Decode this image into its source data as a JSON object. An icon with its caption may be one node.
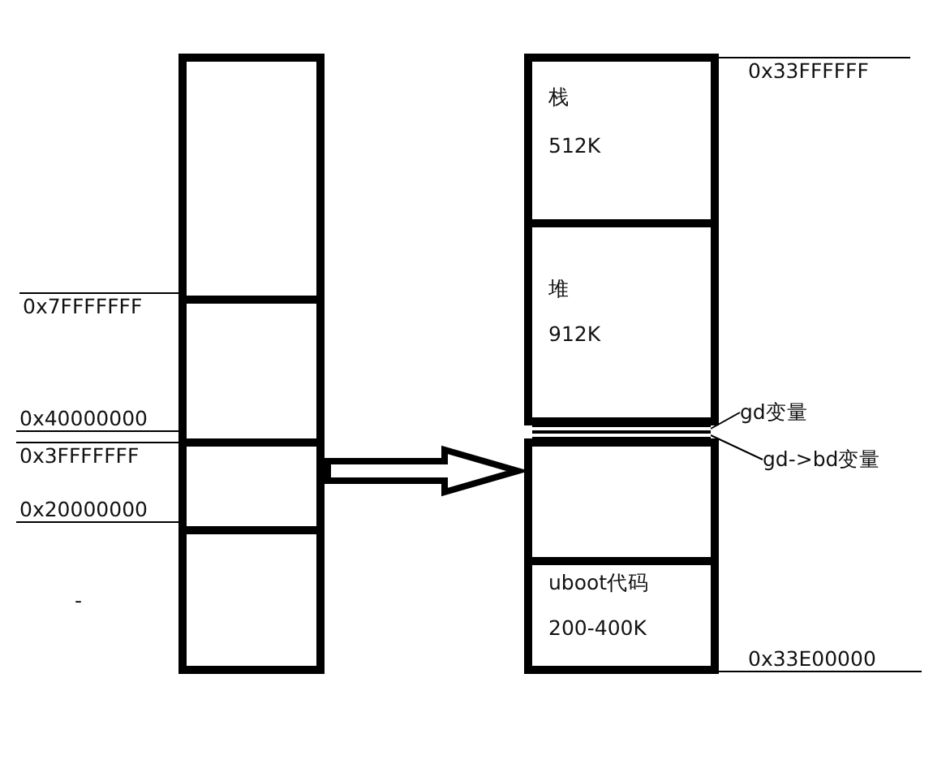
{
  "diagram": {
    "nodes": [
      {
        "text": [],
        "shape": "box"
      },
      {
        "text": [],
        "shape": "box"
      },
      {
        "text": [],
        "shape": "box"
      },
      {
        "text": [],
        "shape": "box"
      },
      {
        "text": [
          "栈",
          "512K"
        ]
      },
      {
        "text": [
          "堆",
          "912K"
        ]
      },
      {
        "text": [],
        "shape": "bar"
      },
      {
        "text": [],
        "shape": "bar"
      },
      {
        "text": [],
        "shape": "box"
      },
      {
        "text": [
          "uboot代码",
          "200-400K"
        ]
      },
      {
        "text": [
          "gd变量"
        ]
      },
      {
        "text": [
          "gd->bd变量"
        ]
      }
    ],
    "edges": [
      {
        "from": 2,
        "to": 8,
        "arrow": "to",
        "style": "thick"
      },
      {
        "from": 10,
        "to": 6,
        "arrow": "none"
      },
      {
        "from": 11,
        "to": 7,
        "arrow": "none"
      }
    ],
    "labels": [
      "0x7FFFFFFF",
      "0x40000000",
      "0x3FFFFFFF",
      "0x20000000",
      "-",
      "0x33FFFFFF",
      "0x33E00000"
    ]
  }
}
